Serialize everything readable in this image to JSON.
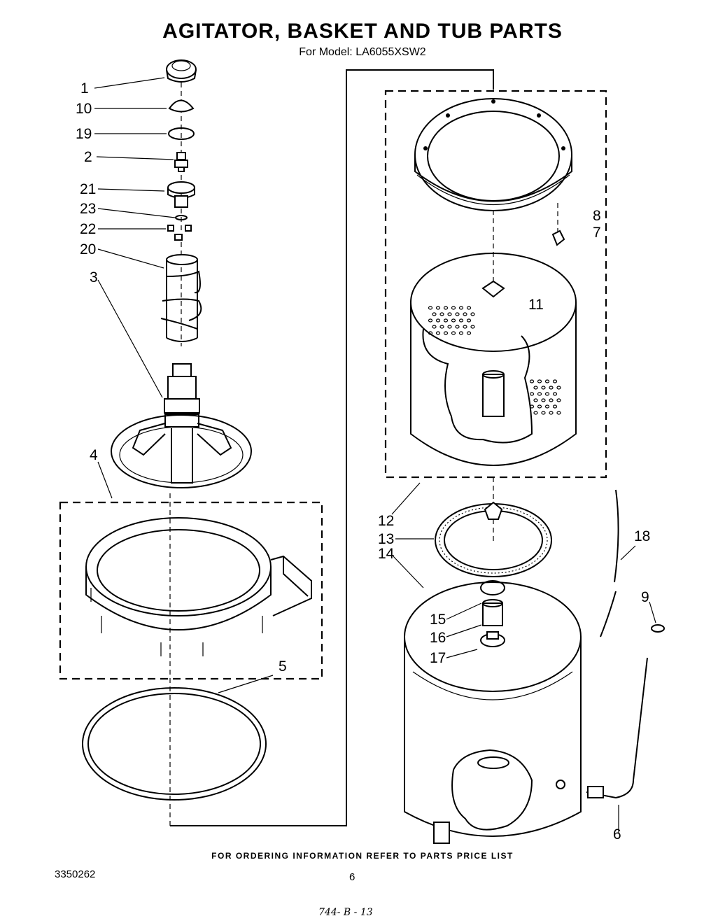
{
  "title": "AGITATOR, BASKET AND TUB PARTS",
  "subtitle": "For Model: LA6055XSW2",
  "callouts": {
    "c1": "1",
    "c10": "10",
    "c19": "19",
    "c2": "2",
    "c21": "21",
    "c23": "23",
    "c22": "22",
    "c20": "20",
    "c3": "3",
    "c4": "4",
    "c5": "5",
    "c8": "8",
    "c7": "7",
    "c11": "11",
    "c12": "12",
    "c13": "13",
    "c14": "14",
    "c18": "18",
    "c9": "9",
    "c15": "15",
    "c16": "16",
    "c17": "17",
    "c6": "6"
  },
  "footer": {
    "note": "FOR ORDERING INFORMATION REFER TO PARTS PRICE LIST",
    "doc_number": "3350262",
    "page": "6",
    "handwritten": "744- B - 13"
  }
}
